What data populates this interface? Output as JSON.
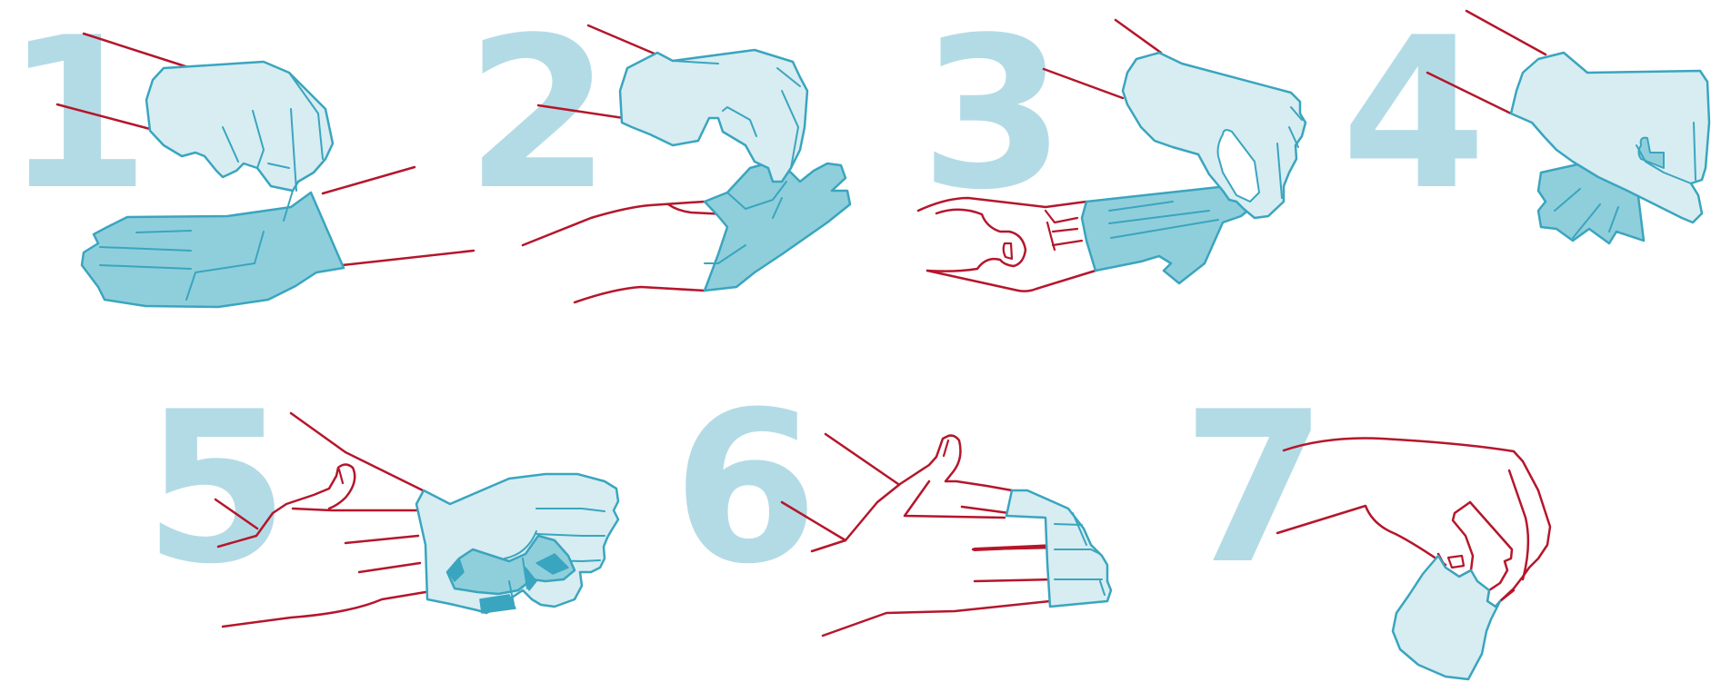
{
  "diagram": {
    "title": "",
    "colors": {
      "number": "#b3dbe6",
      "glove_light": "#d7edf2",
      "glove_dark": "#8fcfdb",
      "glove_outline": "#3aa5bf",
      "skin_outline": "#b5162b",
      "background": "#ffffff"
    },
    "steps": [
      {
        "number": "1",
        "description_icon": "pinch-glove-at-wrist-icon"
      },
      {
        "number": "2",
        "description_icon": "peel-glove-off-hand-icon"
      },
      {
        "number": "3",
        "description_icon": "glove-turned-inside-out-icon"
      },
      {
        "number": "4",
        "description_icon": "hold-removed-glove-in-gloved-hand-icon"
      },
      {
        "number": "5",
        "description_icon": "slide-finger-under-wrist-cuff-icon"
      },
      {
        "number": "6",
        "description_icon": "peel-second-glove-over-first-icon"
      },
      {
        "number": "7",
        "description_icon": "dispose-of-gloves-icon"
      }
    ]
  }
}
